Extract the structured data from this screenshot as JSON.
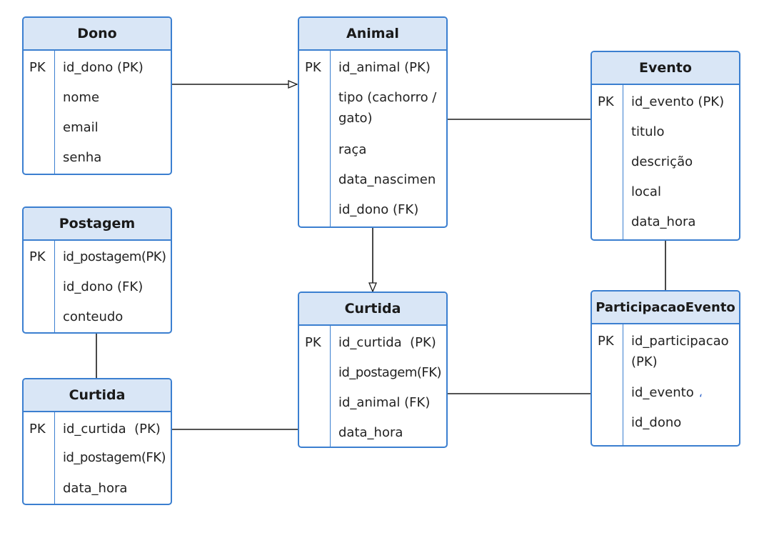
{
  "entities": {
    "dono": {
      "title": "Dono",
      "key": "PK",
      "fields": [
        "id_dono (PK)",
        "nome",
        "email",
        "senha"
      ]
    },
    "animal": {
      "title": "Animal",
      "key": "PK",
      "fields": [
        "id_animal (PK)",
        "tipo (cachorro / gato)",
        "raça",
        "data_nascimen",
        "id_dono (FK)"
      ]
    },
    "evento": {
      "title": "Evento",
      "key": "PK",
      "fields": [
        "id_evento (PK)",
        "titulo",
        "descrição",
        "local",
        "data_hora"
      ]
    },
    "postagem": {
      "title": "Postagem",
      "key": "PK",
      "fields": [
        "id_postagem(PK)",
        "id_dono (FK)",
        "conteudo"
      ]
    },
    "curtida_center": {
      "title": "Curtida",
      "key": "PK",
      "fields": [
        "id_curtida  (PK)",
        "id_postagem(FK)",
        "id_animal (FK)",
        "data_hora"
      ]
    },
    "participacao": {
      "title": "ParticipacaoEvento",
      "key": "PK",
      "fields": [
        "id_participacao (PK)",
        "id_evento",
        "id_dono"
      ],
      "marker": "‘"
    },
    "curtida_left": {
      "title": "Curtida",
      "key": "PK",
      "fields": [
        "id_curtida  (PK)",
        "id_postagem(FK)",
        "data_hora"
      ]
    }
  },
  "colors": {
    "border": "#3b7fd0",
    "header_fill": "#d9e6f6",
    "line": "#1a1a1a",
    "marker": "#2f64c9"
  }
}
